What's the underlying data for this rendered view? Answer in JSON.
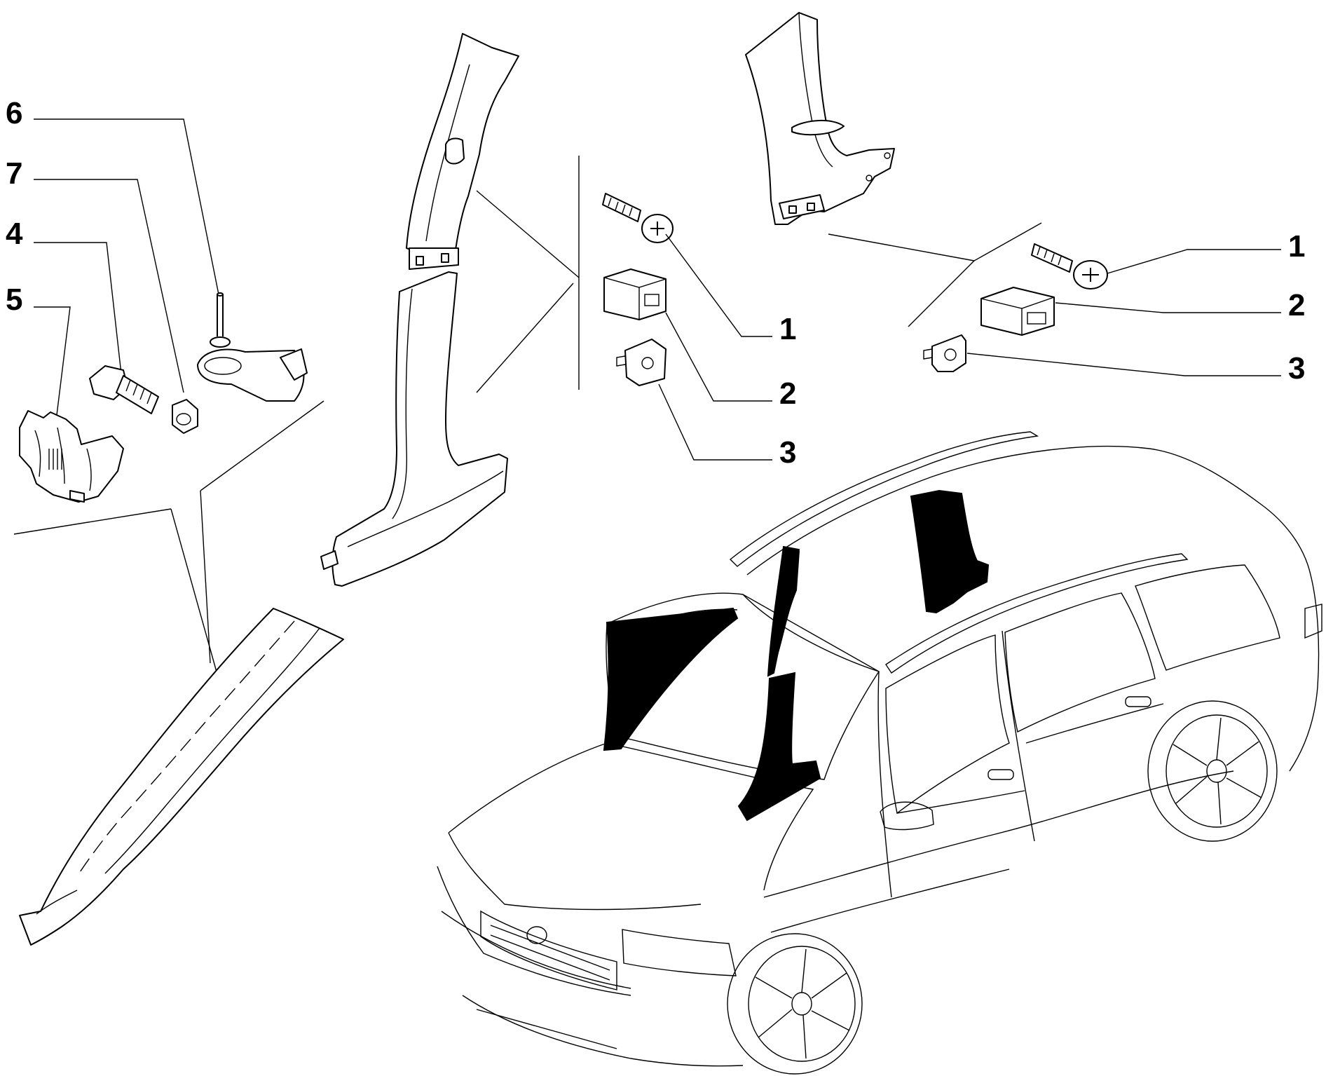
{
  "callouts": {
    "left": {
      "c6": "6",
      "c7": "7",
      "c4": "4",
      "c5": "5"
    },
    "middle": {
      "c1": "1",
      "c2": "2",
      "c3": "3"
    },
    "right": {
      "c1": "1",
      "c2": "2",
      "c3": "3"
    }
  },
  "colors": {
    "line": "#000000",
    "background": "#ffffff",
    "highlight": "#000000"
  }
}
